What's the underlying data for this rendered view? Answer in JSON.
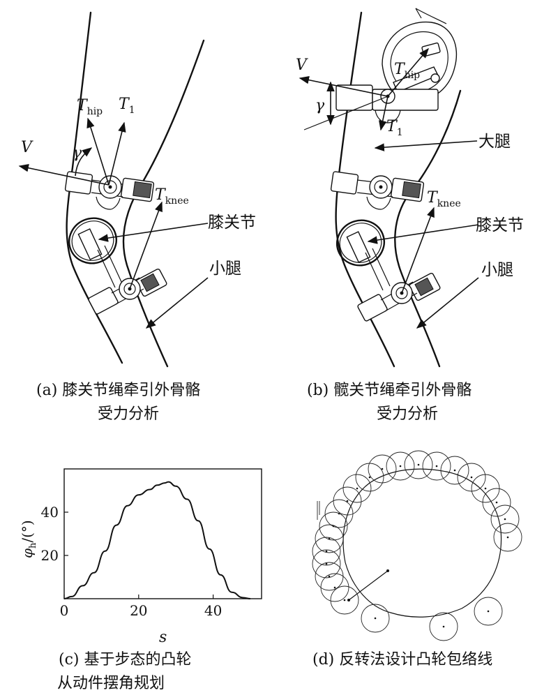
{
  "panel_a": {
    "labels": {
      "V": "V",
      "T_hip": "T",
      "T_hip_sub": "hip",
      "T1": "T",
      "T1_sub": "1",
      "gamma": "γ",
      "T_knee": "T",
      "T_knee_sub": "knee",
      "knee_joint": "膝关节",
      "shank": "小腿"
    },
    "caption_line1": "(a) 膝关节绳牵引外骨骼",
    "caption_line2": "受力分析"
  },
  "panel_b": {
    "labels": {
      "V": "V",
      "T_hip": "T",
      "T_hip_sub": "hip",
      "T1": "T",
      "T1_sub": "1",
      "gamma": "γ",
      "thigh": "大腿",
      "T_knee": "T",
      "T_knee_sub": "knee",
      "knee_joint": "膝关节",
      "shank": "小腿"
    },
    "caption_line1": "(b) 髋关节绳牵引外骨骼",
    "caption_line2": "受力分析"
  },
  "panel_c": {
    "caption_line1": "(c) 基于步态的凸轮",
    "caption_line2": "从动件摆角规划"
  },
  "panel_d": {
    "caption_line1": "(d) 反转法设计凸轮包络线"
  },
  "chart_data": {
    "type": "line",
    "xlabel": "s",
    "ylabel": "φh/(°)",
    "ylabel_main": "φ",
    "ylabel_sub": "h",
    "ylabel_unit": "/(°)",
    "xlim": [
      0,
      53
    ],
    "ylim": [
      0,
      60
    ],
    "xticks": [
      0,
      20,
      40
    ],
    "yticks": [
      20,
      40
    ],
    "xtick_labels": [
      "0",
      "20",
      "40"
    ],
    "ytick_labels": [
      "20",
      "40"
    ],
    "series": [
      {
        "x": [
          0,
          2,
          5,
          8,
          11,
          14,
          17,
          20,
          23,
          25,
          27,
          28,
          30,
          33,
          36,
          39,
          42,
          45,
          48,
          50
        ],
        "y": [
          0,
          1,
          6,
          12,
          22,
          34,
          43,
          48,
          50.5,
          52.5,
          53.5,
          54,
          52,
          46,
          36,
          23,
          11,
          3,
          0.5,
          0
        ]
      }
    ]
  }
}
